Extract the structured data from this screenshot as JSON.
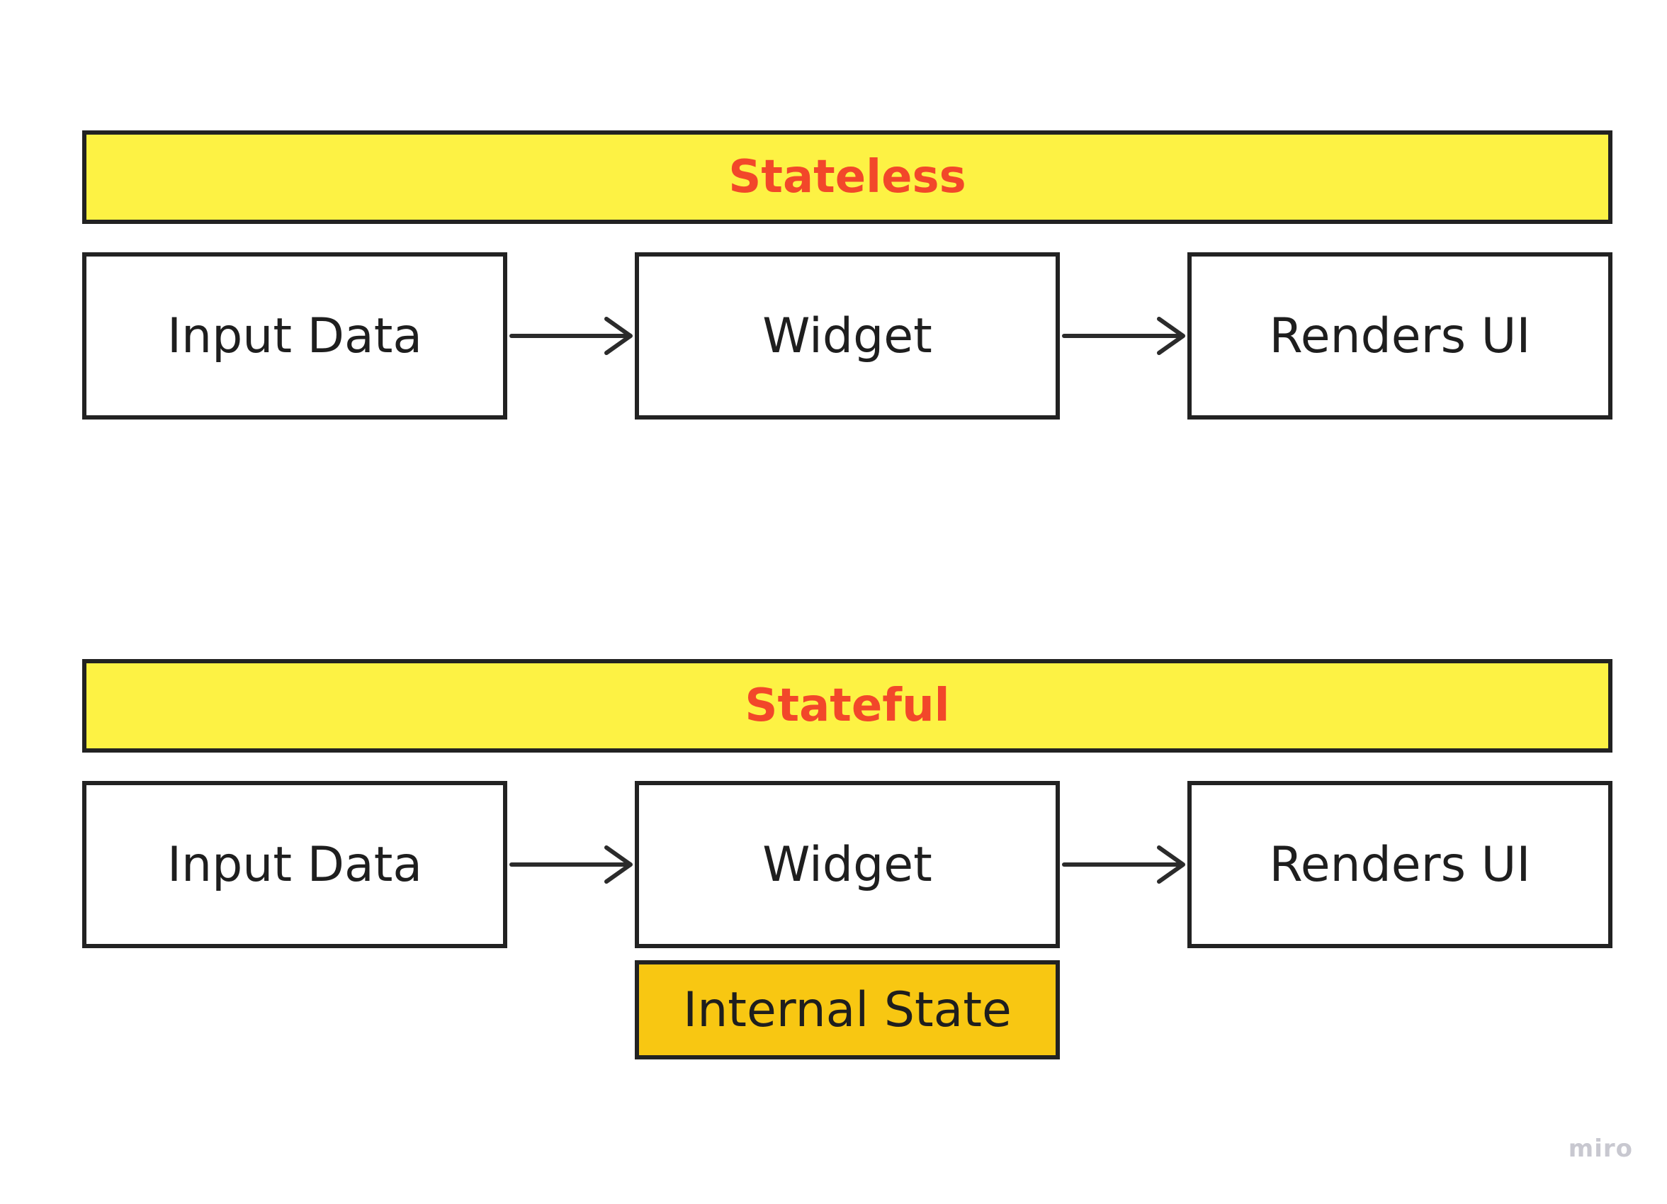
{
  "diagram": {
    "stateless": {
      "title": "Stateless",
      "input_label": "Input Data",
      "widget_label": "Widget",
      "output_label": "Renders UI"
    },
    "stateful": {
      "title": "Stateful",
      "input_label": "Input Data",
      "widget_label": "Widget",
      "output_label": "Renders UI",
      "state_label": "Internal State"
    }
  },
  "watermark": "miro",
  "colors": {
    "banner_fill": "#fdf244",
    "banner_text": "#f2472a",
    "state_fill": "#f8c712",
    "stroke": "#222222"
  }
}
